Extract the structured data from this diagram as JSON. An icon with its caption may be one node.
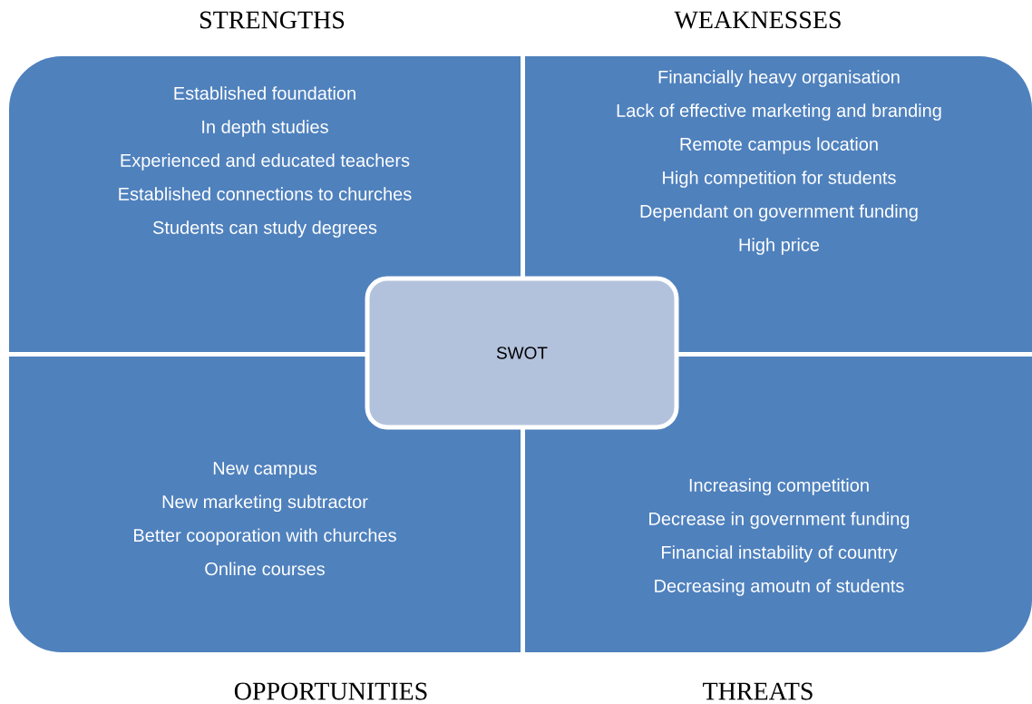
{
  "diagram": {
    "nodes": [
      {
        "text": [
          "STRENGTHS",
          "Established foundation",
          "In depth studies",
          "Experienced and educated teachers",
          "Established connections to churches",
          "Students can study degrees"
        ]
      },
      {
        "text": [
          "WEAKNESSES",
          "Financially heavy organisation",
          "Lack of effective marketing and branding",
          "Remote campus location",
          "High competition for students",
          "Dependant on government funding",
          "High price"
        ]
      },
      {
        "text": [
          "New campus",
          "New marketing subtractor",
          "Better cooporation with churches",
          "Online courses",
          "OPPORTUNITIES"
        ]
      },
      {
        "text": [
          "Increasing competition",
          "Decrease in government funding",
          "Financial instability of country",
          "Decreasing amoutn of students",
          "THREATS"
        ]
      },
      {
        "text": [
          "SWOT"
        ]
      }
    ]
  }
}
